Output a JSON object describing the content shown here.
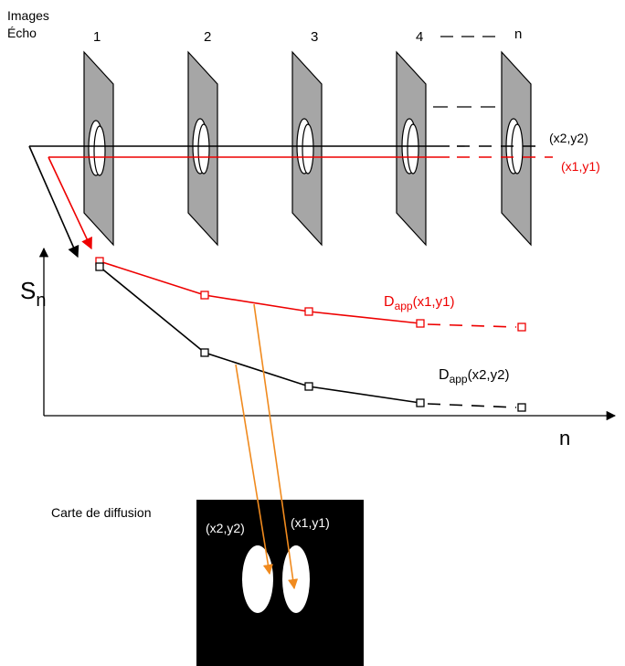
{
  "labels": {
    "images_line1": "Images",
    "images_line2": "Écho",
    "slice_numbers": [
      "1",
      "2",
      "3",
      "4"
    ],
    "slice_last": "n",
    "point_black": "(x2,y2)",
    "point_red": "(x1,y1)",
    "y_axis_main": "S",
    "y_axis_sub": "n",
    "x_axis": "n",
    "curve_red_main": "D",
    "curve_red_sub": "app",
    "curve_red_arg": "(x1,y1)",
    "curve_black_main": "D",
    "curve_black_sub": "app",
    "curve_black_arg": "(x2,y2)",
    "map_title": "Carte de diffusion",
    "map_left": "(x2,y2)",
    "map_right": "(x1,y1)"
  },
  "colors": {
    "red": "#ee0000",
    "black": "#000000",
    "orange": "#f08a1e",
    "slice_fill": "#a6a6a6"
  }
}
